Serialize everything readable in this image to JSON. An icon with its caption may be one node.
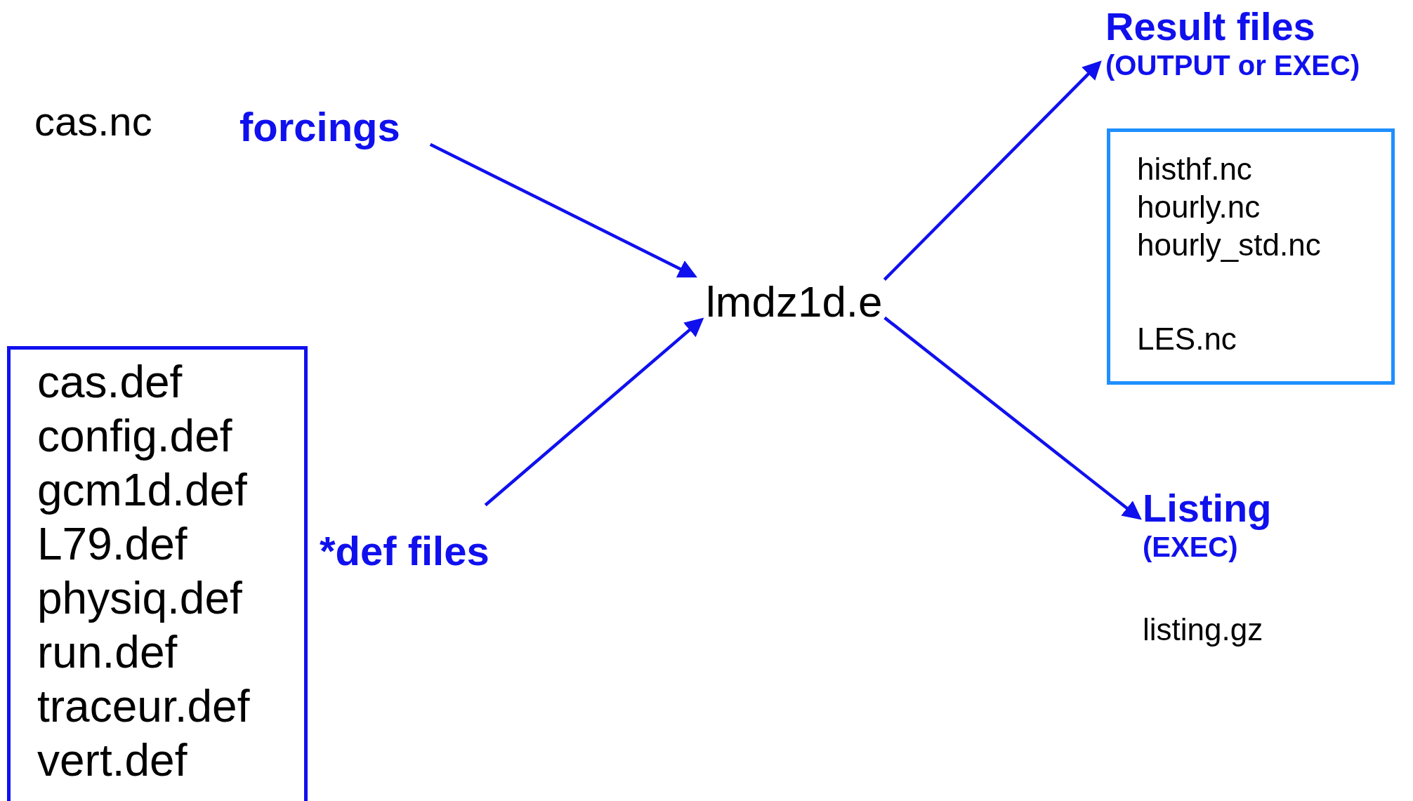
{
  "diagram": {
    "nodes": [
      {
        "text": [
          "forcings"
        ]
      },
      {
        "text": [
          "cas.def",
          "config.def",
          "gcm1d.def",
          "L79.def",
          "physiq.def",
          "run.def",
          "traceur.def",
          "vert.def"
        ]
      },
      {
        "text": [
          "*def files"
        ]
      },
      {
        "text": [
          "lmdz1d.e"
        ]
      },
      {
        "text": [
          "Result files",
          "(OUTPUT or EXEC)"
        ]
      },
      {
        "text": [
          "histhf.nc",
          "hourly.nc",
          "hourly_std.nc",
          "LES.nc"
        ]
      },
      {
        "text": [
          "Listing",
          "(EXEC)"
        ]
      }
    ],
    "edges": [
      {
        "from": 0,
        "to": 3,
        "arrow": "to"
      },
      {
        "from": 2,
        "to": 3,
        "arrow": "to"
      },
      {
        "from": 3,
        "to": 4,
        "arrow": "to"
      },
      {
        "from": 3,
        "to": 6,
        "arrow": "to"
      }
    ],
    "labels": [
      "cas.nc",
      "listing.gz"
    ]
  }
}
